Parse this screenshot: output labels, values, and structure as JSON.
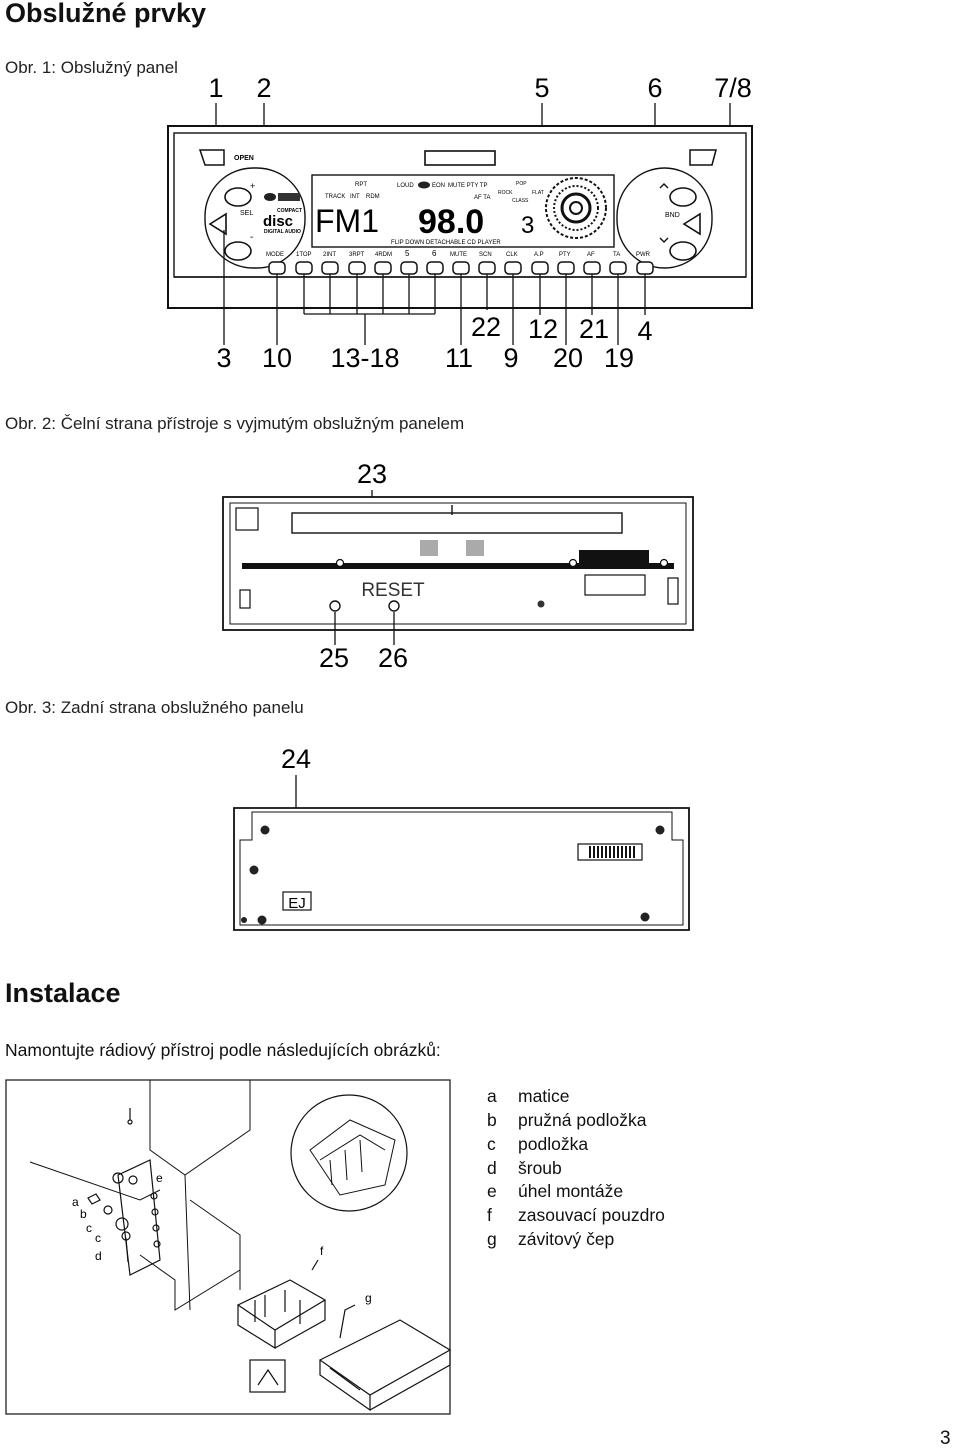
{
  "heading_controls": "Obslužné prvky",
  "fig1_caption": "Obr. 1: Obslužný panel",
  "fig2_caption": "Obr. 2: Čelní strana přístroje s vyjmutým obslužným panelem",
  "fig3_caption": "Obr. 3: Zadní strana obslužného panelu",
  "heading_install": "Instalace",
  "install_intro": "Namontujte rádiový přístroj podle následujících obrázků:",
  "page_number": "3",
  "fig1": {
    "callouts_top": [
      "1",
      "2",
      "5",
      "6",
      "7/8"
    ],
    "callouts_bottom": [
      "3",
      "10",
      "13-18",
      "11",
      "9",
      "20",
      "19"
    ],
    "callouts_mid": [
      "22",
      "12",
      "21",
      "4"
    ],
    "panel": {
      "open": "OPEN",
      "sel": "SEL",
      "bnd": "BND",
      "plus": "+",
      "minus": "-",
      "rpt": "RPT",
      "track": "TRACK",
      "int": "INT",
      "rdm": "RDM",
      "loud": "LOUD",
      "eon": "EON",
      "mute_pty_tp": "MUTE PTY TP",
      "af_ta": "AF TA",
      "pop": "POP",
      "rock": "ROCK",
      "flat": "FLAT",
      "class": "CLASS",
      "disc_top": "COMPACT",
      "disc": "disc",
      "disc_bottom": "DIGITAL AUDIO",
      "display_band": "FM1",
      "display_freq": "98.0",
      "display_ch": "3",
      "flip_text": "FLIP DOWN DETACHABLE CD PLAYER",
      "buttons": [
        "MODE",
        "1TOP",
        "2INT",
        "3RPT",
        "4RDM",
        "5",
        "6",
        "MUTE",
        "SCN",
        "CLK",
        "A.P",
        "PTY",
        "AF",
        "TA",
        "PWR"
      ]
    }
  },
  "fig2": {
    "callout_top": "23",
    "reset": "RESET",
    "callouts_bottom": [
      "25",
      "26"
    ]
  },
  "fig3": {
    "callout_top": "24",
    "ej": "EJ"
  },
  "install_fig": {
    "labels": [
      "a",
      "b",
      "c",
      "d",
      "e",
      "f",
      "g"
    ]
  },
  "legend": [
    {
      "key": "a",
      "text": "matice"
    },
    {
      "key": "b",
      "text": "pružná podložka"
    },
    {
      "key": "c",
      "text": "podložka"
    },
    {
      "key": "d",
      "text": "šroub"
    },
    {
      "key": "e",
      "text": "úhel montáže"
    },
    {
      "key": "f",
      "text": "zasouvací pouzdro"
    },
    {
      "key": "g",
      "text": "závitový čep"
    }
  ]
}
